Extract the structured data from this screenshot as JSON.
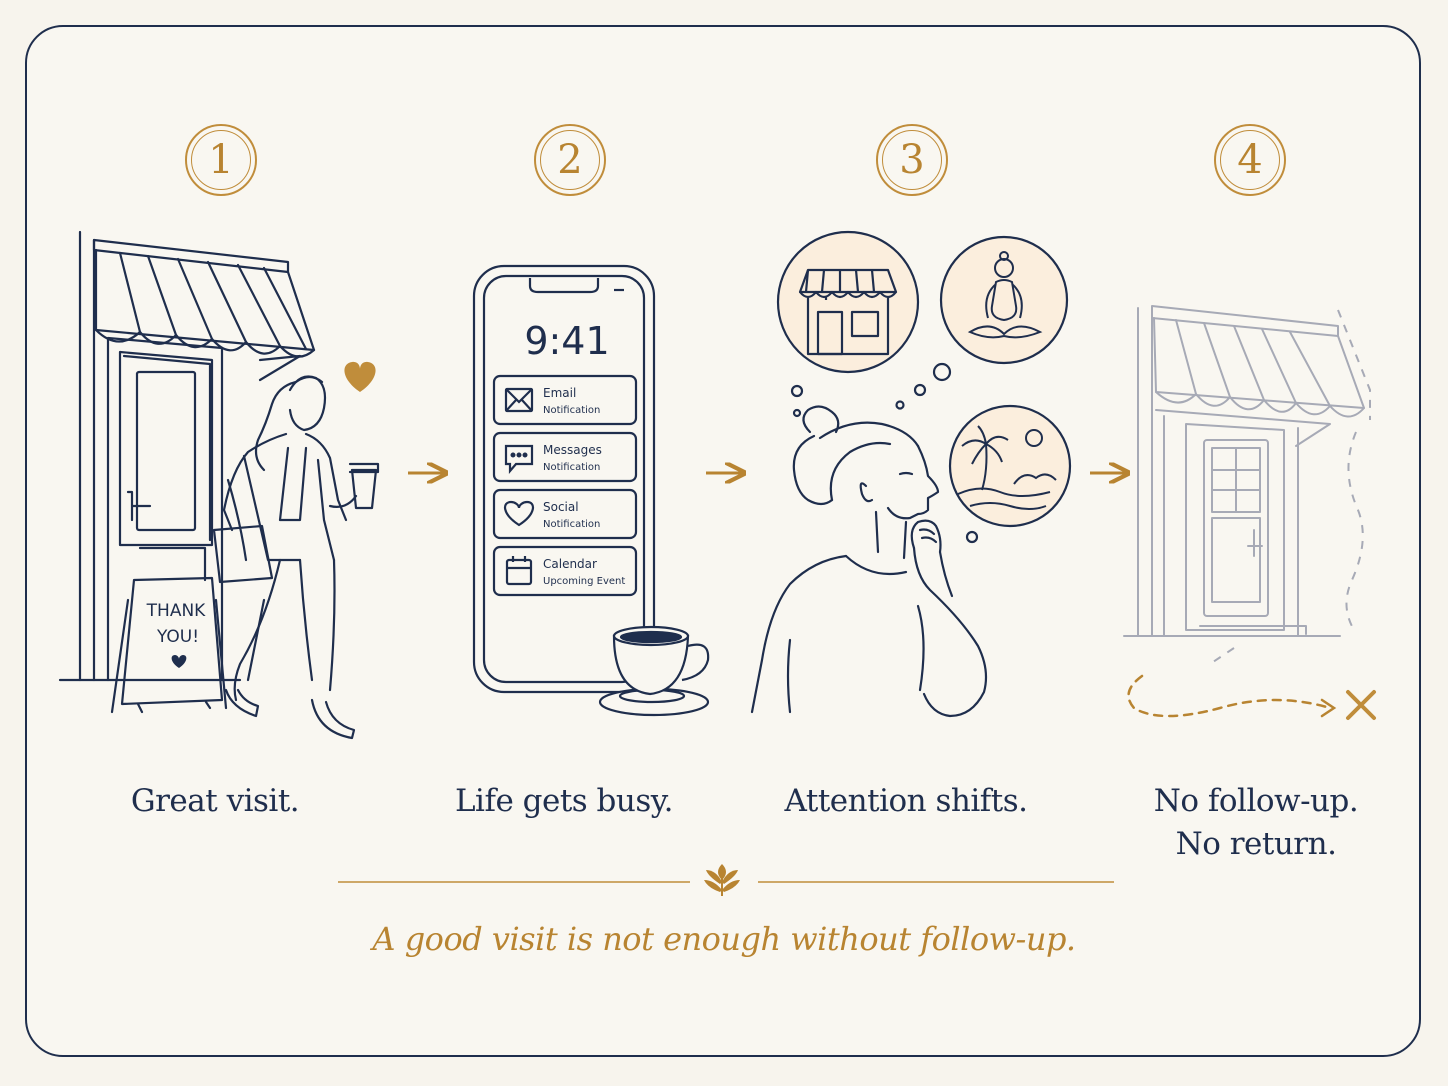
{
  "steps": [
    {
      "number": "1",
      "caption_lines": [
        "Great visit."
      ]
    },
    {
      "number": "2",
      "caption_lines": [
        "Life gets busy."
      ]
    },
    {
      "number": "3",
      "caption_lines": [
        "Attention shifts."
      ]
    },
    {
      "number": "4",
      "caption_lines": [
        "No follow-up.",
        "No return."
      ]
    }
  ],
  "sign": {
    "line1": "THANK",
    "line2": "YOU!"
  },
  "phone": {
    "time": "9:41",
    "notifications": [
      {
        "title": "Email",
        "subtitle": "Notification",
        "icon": "envelope-icon"
      },
      {
        "title": "Messages",
        "subtitle": "Notification",
        "icon": "chat-bubble-icon"
      },
      {
        "title": "Social",
        "subtitle": "Notification",
        "icon": "heart-icon"
      },
      {
        "title": "Calendar",
        "subtitle": "Upcoming Event",
        "icon": "calendar-icon"
      }
    ]
  },
  "tagline": "A good visit is not enough without follow-up.",
  "colors": {
    "navy": "#1f2e4d",
    "gold": "#c08d3b",
    "background": "#f9f7f1"
  }
}
